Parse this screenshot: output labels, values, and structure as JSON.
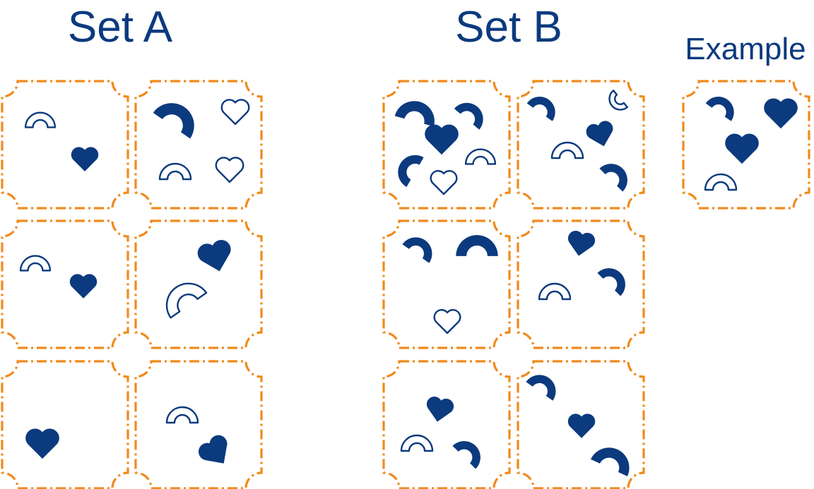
{
  "titles": {
    "set_a": "Set A",
    "set_b": "Set B",
    "example": "Example"
  },
  "colors": {
    "frame": "#F08A1C",
    "shape": "#0B3A7E"
  },
  "panels": [
    {
      "group": "set-a",
      "items": [
        {
          "shape": "rainbow",
          "style": "outline"
        },
        {
          "shape": "heart",
          "style": "filled"
        }
      ]
    },
    {
      "group": "set-a",
      "items": [
        {
          "shape": "rainbow",
          "style": "filled"
        },
        {
          "shape": "heart",
          "style": "outline"
        },
        {
          "shape": "rainbow",
          "style": "outline"
        },
        {
          "shape": "heart",
          "style": "outline"
        }
      ]
    },
    {
      "group": "set-a",
      "items": [
        {
          "shape": "rainbow",
          "style": "outline"
        },
        {
          "shape": "heart",
          "style": "filled"
        }
      ]
    },
    {
      "group": "set-a",
      "items": [
        {
          "shape": "heart",
          "style": "filled"
        },
        {
          "shape": "rainbow",
          "style": "outline"
        }
      ]
    },
    {
      "group": "set-a",
      "items": [
        {
          "shape": "heart",
          "style": "filled"
        }
      ]
    },
    {
      "group": "set-a",
      "items": [
        {
          "shape": "rainbow",
          "style": "outline"
        },
        {
          "shape": "heart",
          "style": "filled"
        }
      ]
    },
    {
      "group": "set-b",
      "items": [
        {
          "shape": "rainbow",
          "style": "filled"
        },
        {
          "shape": "rainbow",
          "style": "filled"
        },
        {
          "shape": "heart",
          "style": "filled"
        },
        {
          "shape": "rainbow",
          "style": "filled"
        },
        {
          "shape": "rainbow",
          "style": "outline"
        },
        {
          "shape": "heart",
          "style": "outline"
        }
      ]
    },
    {
      "group": "set-b",
      "items": [
        {
          "shape": "rainbow",
          "style": "filled"
        },
        {
          "shape": "rainbow",
          "style": "outline"
        },
        {
          "shape": "heart",
          "style": "filled"
        },
        {
          "shape": "rainbow",
          "style": "outline"
        },
        {
          "shape": "rainbow",
          "style": "filled"
        }
      ]
    },
    {
      "group": "set-b",
      "items": [
        {
          "shape": "rainbow",
          "style": "filled"
        },
        {
          "shape": "rainbow",
          "style": "filled"
        },
        {
          "shape": "heart",
          "style": "outline"
        }
      ]
    },
    {
      "group": "set-b",
      "items": [
        {
          "shape": "heart",
          "style": "filled"
        },
        {
          "shape": "rainbow",
          "style": "filled"
        },
        {
          "shape": "rainbow",
          "style": "outline"
        }
      ]
    },
    {
      "group": "set-b",
      "items": [
        {
          "shape": "heart",
          "style": "filled"
        },
        {
          "shape": "rainbow",
          "style": "outline"
        },
        {
          "shape": "rainbow",
          "style": "filled"
        }
      ]
    },
    {
      "group": "set-b",
      "items": [
        {
          "shape": "rainbow",
          "style": "filled"
        },
        {
          "shape": "heart",
          "style": "filled"
        },
        {
          "shape": "rainbow",
          "style": "filled"
        }
      ]
    },
    {
      "group": "example",
      "items": [
        {
          "shape": "rainbow",
          "style": "filled"
        },
        {
          "shape": "heart",
          "style": "filled"
        },
        {
          "shape": "heart",
          "style": "filled"
        },
        {
          "shape": "rainbow",
          "style": "outline"
        }
      ]
    }
  ]
}
